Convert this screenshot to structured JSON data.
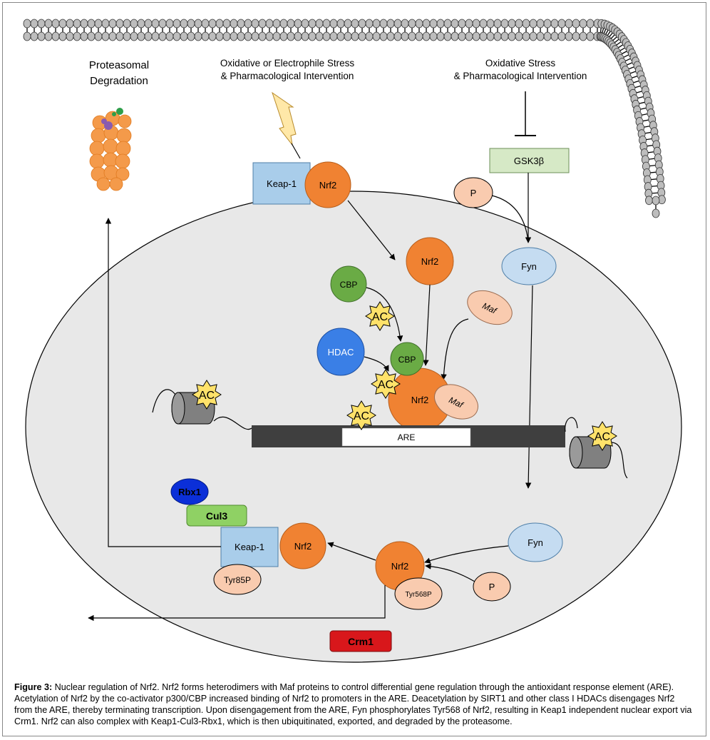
{
  "labels": {
    "proteasomal_line1": "Proteasomal",
    "proteasomal_line2": "Degradation",
    "stress1_line1": "Oxidative or Electrophile Stress",
    "stress1_line2": "& Pharmacological Intervention",
    "stress2_line1": "Oxidative Stress",
    "stress2_line2": "& Pharmacological Intervention",
    "keap1": "Keap-1",
    "nrf2": "Nrf2",
    "gsk3b": "GSK3β",
    "p": "P",
    "fyn": "Fyn",
    "cbp": "CBP",
    "ac": "AC",
    "maf": "Maf",
    "hdac": "HDAC",
    "are": "ARE",
    "rbx1": "Rbx1",
    "cul3": "Cul3",
    "tyr85p": "Tyr85P",
    "tyr568p": "Tyr568P",
    "crm1": "Crm1"
  },
  "colors": {
    "nrf2": "#F08232",
    "keap1": "#A9CDEA",
    "gsk3b": "#D6E9C6",
    "peach": "#F9CBAF",
    "fyn": "#C5DCF1",
    "cbp": "#6AAB45",
    "hdac": "#3A7FE6",
    "ac": "#FFE26A",
    "rbx1": "#0B2FD8",
    "cul3": "#8FD164",
    "crm1": "#D8171B",
    "nucleus": "#E8E8E8",
    "dna": "#3F3F3F"
  },
  "caption": {
    "label": "Figure 3:",
    "text": " Nuclear regulation of Nrf2. Nrf2 forms heterodimers with Maf proteins to control differential gene regulation through the antioxidant response element (ARE). Acetylation of Nrf2 by the co-activator p300/CBP increased binding of Nrf2 to promoters in the ARE. Deacetylation by SIRT1 and other class I HDACs disengages Nrf2 from the ARE, thereby terminating transcription. Upon disengagement from the ARE, Fyn phosphorylates Tyr568 of Nrf2, resulting in Keap1 independent nuclear export via Crm1. Nrf2 can also complex with Keap1-Cul3-Rbx1, which is then ubiquitinated, exported, and degraded by the proteasome."
  }
}
